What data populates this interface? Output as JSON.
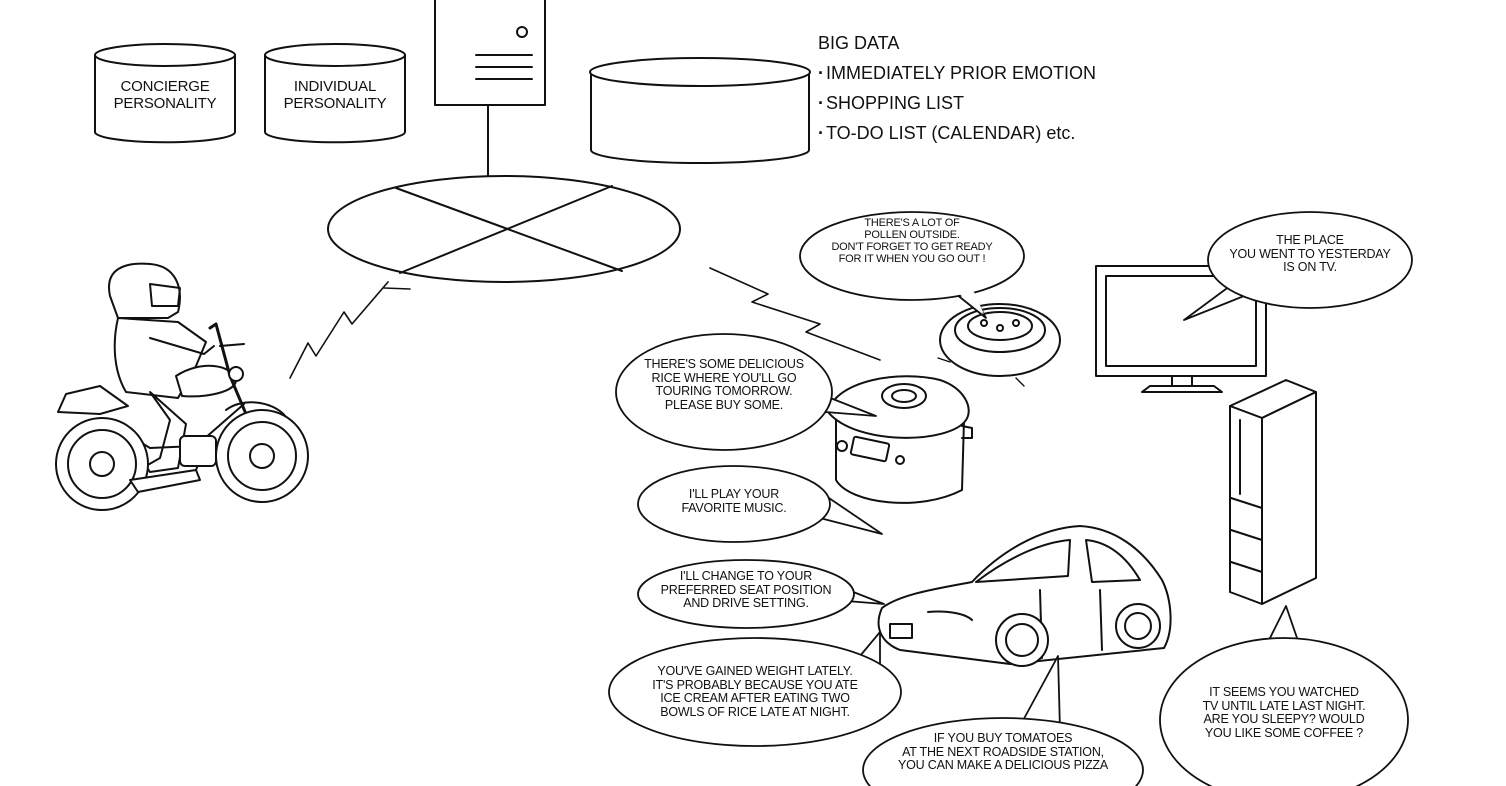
{
  "databases": {
    "concierge": "CONCIERGE\nPERSONALITY",
    "individual": "INDIVIDUAL\nPERSONALITY"
  },
  "big_data": {
    "title": "BIG DATA",
    "items": [
      "IMMEDIATELY PRIOR EMOTION",
      "SHOPPING LIST",
      "TO-DO LIST (CALENDAR) etc."
    ]
  },
  "bubbles": {
    "robot_vacuum": "THERE'S A LOT OF\nPOLLEN OUTSIDE.\nDON'T FORGET TO GET READY\nFOR IT WHEN YOU GO OUT !",
    "tv": "THE PLACE\nYOU WENT TO YESTERDAY\nIS ON TV.",
    "rice_cooker": "THERE'S SOME DELICIOUS\nRICE WHERE YOU'LL GO\nTOURING TOMORROW.\nPLEASE BUY SOME.",
    "music": "I'LL PLAY YOUR\nFAVORITE MUSIC.",
    "seat": "I'LL CHANGE TO YOUR\nPREFERRED SEAT POSITION\nAND DRIVE SETTING.",
    "weight": "YOU'VE GAINED WEIGHT LATELY.\nIT'S PROBABLY BECAUSE YOU ATE\nICE CREAM AFTER EATING TWO\nBOWLS OF RICE LATE AT NIGHT.",
    "tomatoes": "IF YOU BUY TOMATOES\nAT THE NEXT ROADSIDE STATION,\nYOU CAN MAKE A DELICIOUS PIZZA",
    "coffee": "IT SEEMS YOU WATCHED\nTV UNTIL LATE LAST NIGHT.\nARE YOU SLEEPY?  WOULD\nYOU LIKE SOME COFFEE ?"
  }
}
